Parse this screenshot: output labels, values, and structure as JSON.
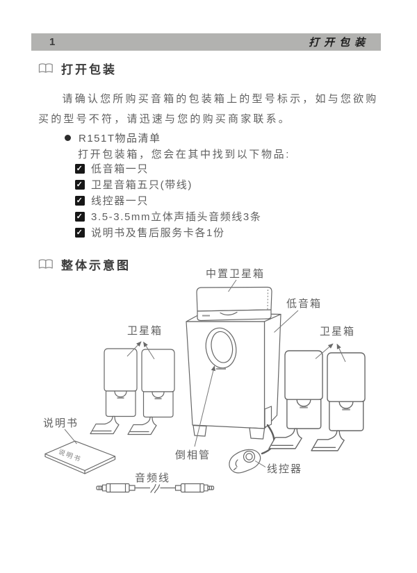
{
  "colors": {
    "header_bar": "#b2b2b0",
    "line_art": "#666666",
    "body_text": "#5f5f5f"
  },
  "icons": {
    "check": "✓"
  },
  "header": {
    "page_number": "1",
    "chapter_title": "打开包装"
  },
  "unpacking": {
    "title": "打开包装",
    "intro": "请确认您所购买音箱的包装箱上的型号标示，如与您欲购买的型号不符，请迅速与您的购买商家联系。",
    "list_heading": "R151T物品清单",
    "list_intro": "打开包装箱，您会在其中找到以下物品:",
    "checklist": [
      "低音箱一只",
      "卫星音箱五只(带线)",
      "线控器一只",
      "3.5-3.5mm立体声插头音频线3条",
      "说明书及售后服务卡各1份"
    ]
  },
  "overview": {
    "title": "整体示意图",
    "labels": {
      "center_satellite": "中置卫星箱",
      "subwoofer": "低音箱",
      "left_satellites": "卫星箱",
      "right_satellites": "卫星箱",
      "manual": "说明书",
      "manual_cover": "说明书",
      "bass_port": "倒相管",
      "remote": "线控器",
      "audio_cable": "音频线"
    }
  }
}
